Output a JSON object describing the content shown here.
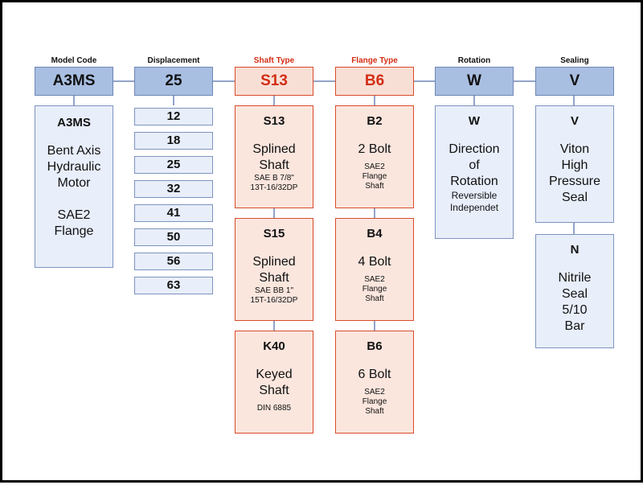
{
  "headers": {
    "model_code": "Model Code",
    "displacement": "Displacement",
    "shaft_type": "Shaft Type",
    "flange_type": "Flange Type",
    "rotation": "Rotation",
    "sealing": "Sealing"
  },
  "codes": {
    "model": "A3MS",
    "displacement": "25",
    "shaft": "S13",
    "flange": "B6",
    "rotation": "W",
    "sealing": "V"
  },
  "model_option": {
    "code": "A3MS",
    "line1": "Bent Axis",
    "line2": "Hydraulic",
    "line3": "Motor",
    "line4": "SAE2",
    "line5": "Flange"
  },
  "displacement_options": [
    "12",
    "18",
    "25",
    "32",
    "41",
    "50",
    "56",
    "63"
  ],
  "shaft_options": [
    {
      "code": "S13",
      "line1": "Splined",
      "line2": "Shaft",
      "note1": "SAE B 7/8\"",
      "note2": "13T-16/32DP"
    },
    {
      "code": "S15",
      "line1": "Splined",
      "line2": "Shaft",
      "note1": "SAE BB 1\"",
      "note2": "15T-16/32DP"
    },
    {
      "code": "K40",
      "line1": "Keyed",
      "line2": "Shaft",
      "note1": "DIN 6885",
      "note2": ""
    }
  ],
  "flange_options": [
    {
      "code": "B2",
      "line1": "2 Bolt",
      "note1": "SAE2",
      "note2": "Flange",
      "note3": "Shaft"
    },
    {
      "code": "B4",
      "line1": "4 Bolt",
      "note1": "SAE2",
      "note2": "Flange",
      "note3": "Shaft"
    },
    {
      "code": "B6",
      "line1": "6 Bolt",
      "note1": "SAE2",
      "note2": "Flange",
      "note3": "Shaft"
    }
  ],
  "rotation_option": {
    "code": "W",
    "line1": "Direction",
    "line2": "of",
    "line3": "Rotation",
    "note1": "Reversible",
    "note2": "Independet"
  },
  "sealing_options": [
    {
      "code": "V",
      "line1": "Viton",
      "line2": "High",
      "line3": "Pressure",
      "line4": "Seal"
    },
    {
      "code": "N",
      "line1": "Nitrile",
      "line2": "Seal",
      "line3": "5/10",
      "line4": "Bar"
    }
  ],
  "colors": {
    "code_fill": "#a9bfe2",
    "option_fill": "#e8eefa",
    "selected_fill": "#fbe6de",
    "selected_text": "#d32d14",
    "connector": "#6e86b5"
  }
}
